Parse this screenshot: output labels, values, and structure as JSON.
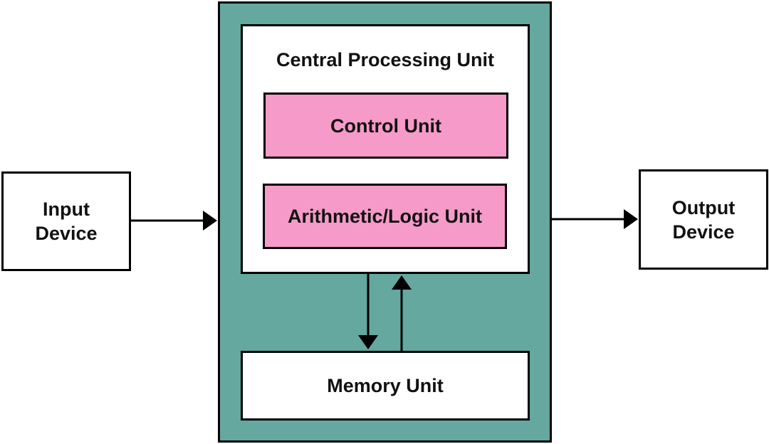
{
  "diagram": {
    "input_device": "Input\nDevice",
    "output_device": "Output\nDevice",
    "cpu": {
      "title": "Central Processing Unit",
      "control_unit": "Control Unit",
      "alu": "Arithmetic/Logic Unit"
    },
    "memory_unit": "Memory Unit"
  },
  "colors": {
    "outer_frame": "#64a8a0",
    "inner_unit": "#f69bc9",
    "stroke": "#000000"
  }
}
